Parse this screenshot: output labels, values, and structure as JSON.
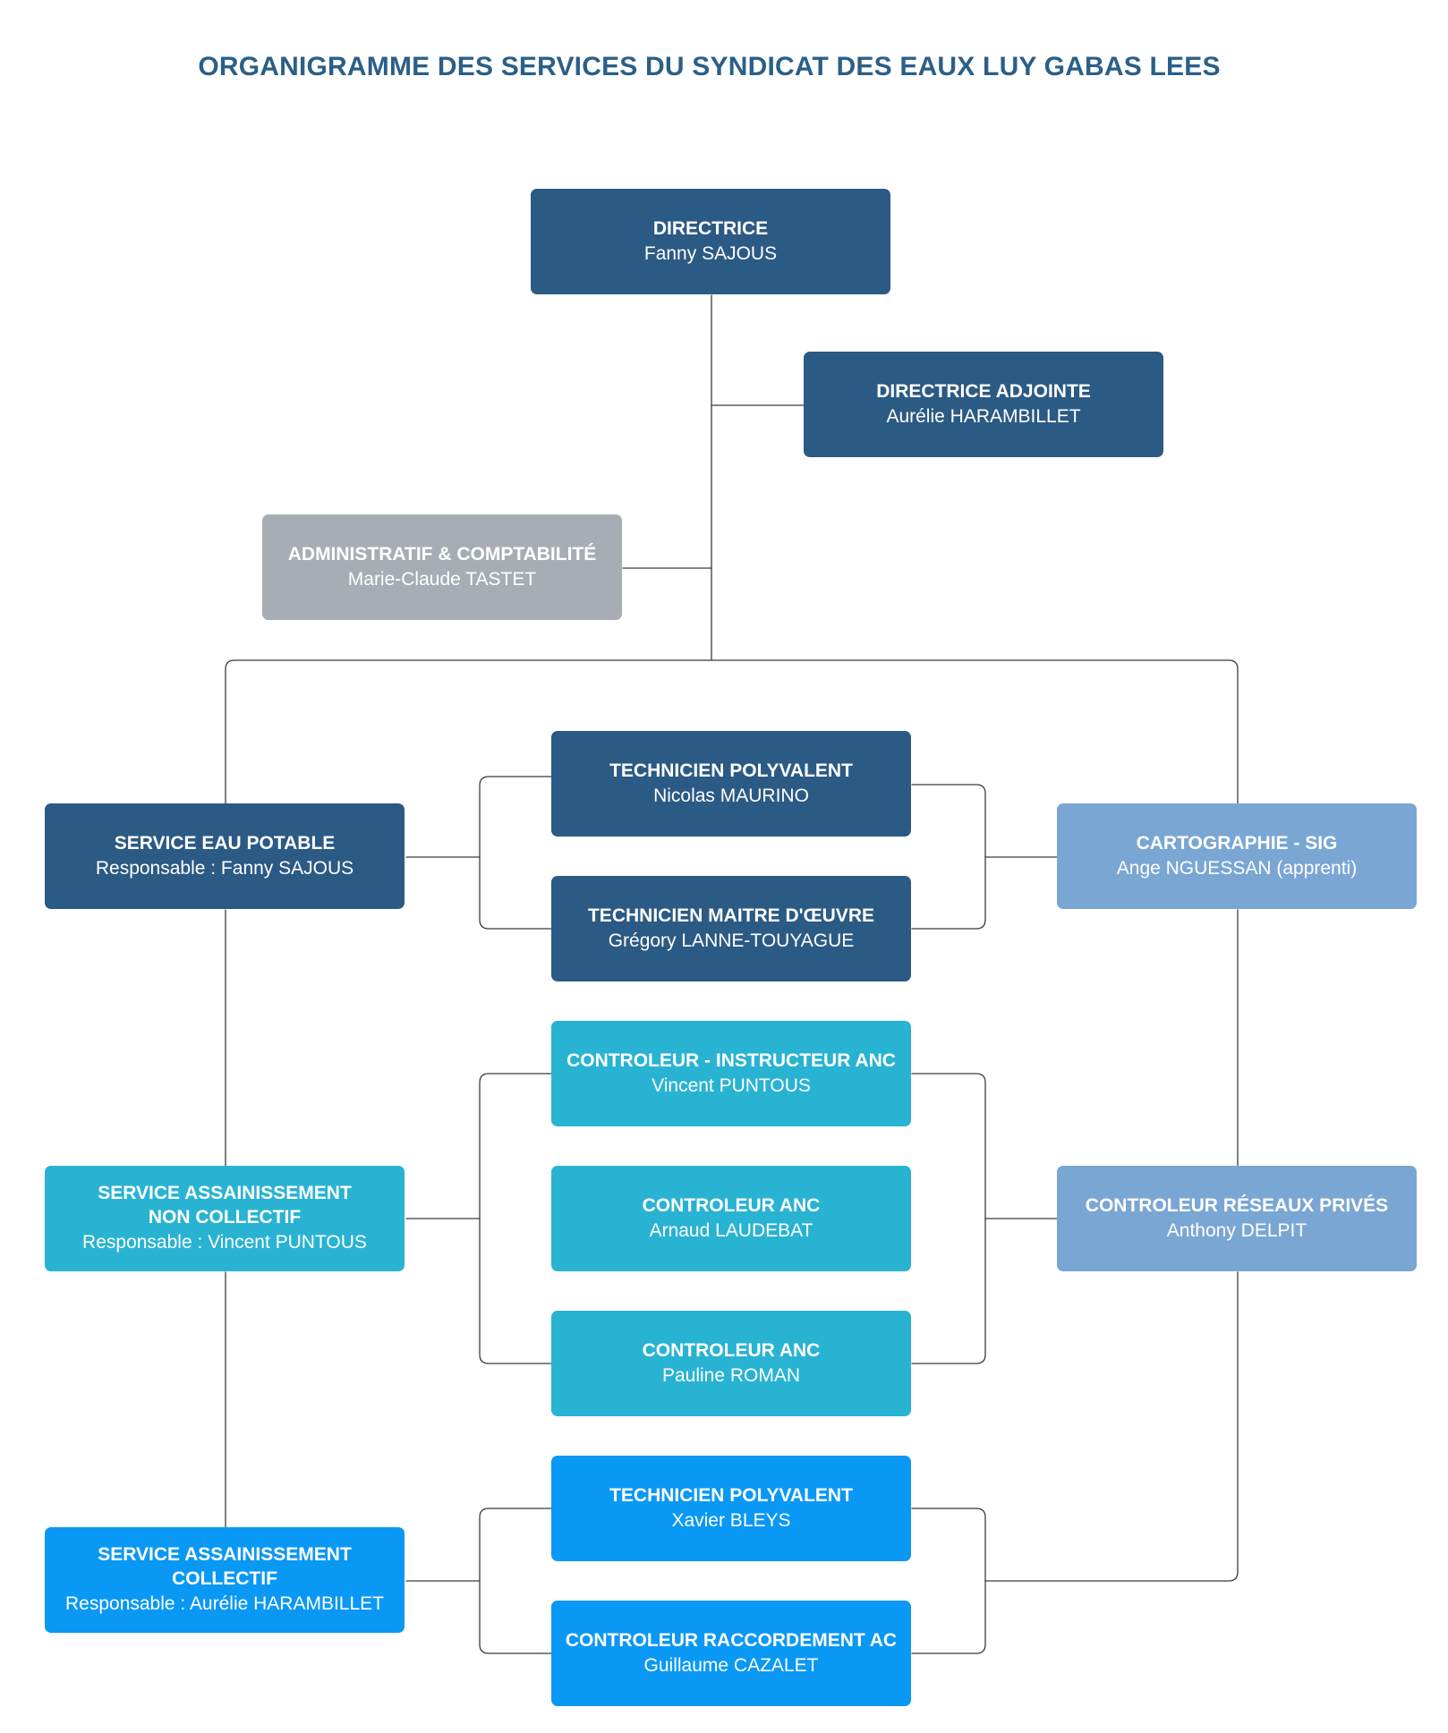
{
  "title": "ORGANIGRAMME DES SERVICES DU SYNDICAT DES EAUX LUY GABAS LEES",
  "colors": {
    "title": "#2a5f88",
    "direction": "#2b5a84",
    "administratif": "#a8adb5",
    "transversal": "#7aa6d4",
    "assainissement_non_collectif": "#29b3d3",
    "assainissement_collectif": "#0a98f5",
    "connector": "#3b3b3b"
  },
  "boxes": {
    "directrice": {
      "role": "DIRECTRICE",
      "person": "Fanny SAJOUS"
    },
    "directrice_adjointe": {
      "role": "DIRECTRICE ADJOINTE",
      "person": "Aurélie HARAMBILLET"
    },
    "administratif": {
      "role": "ADMINISTRATIF & COMPTABILITÉ",
      "person": "Marie-Claude TASTET"
    },
    "service_eau_potable": {
      "role": "SERVICE EAU POTABLE",
      "person": "Responsable : Fanny SAJOUS"
    },
    "technicien_polyvalent_1": {
      "role": "TECHNICIEN POLYVALENT",
      "person": "Nicolas MAURINO"
    },
    "technicien_maitre_oeuvre": {
      "role": "TECHNICIEN MAITRE D'ŒUVRE",
      "person": "Grégory LANNE-TOUYAGUE"
    },
    "cartographie": {
      "role": "CARTOGRAPHIE - SIG",
      "person": "Ange NGUESSAN (apprenti)"
    },
    "controleur_instructeur": {
      "role": "CONTROLEUR - INSTRUCTEUR ANC",
      "person": "Vincent PUNTOUS"
    },
    "service_anc": {
      "role": "SERVICE ASSAINISSEMENT\nNON COLLECTIF",
      "person": "Responsable : Vincent PUNTOUS"
    },
    "controleur_anc_1": {
      "role": "CONTROLEUR ANC",
      "person": "Arnaud LAUDEBAT"
    },
    "controleur_reseaux_prives": {
      "role": "CONTROLEUR RÉSEAUX PRIVÉS",
      "person": "Anthony DELPIT"
    },
    "controleur_anc_2": {
      "role": "CONTROLEUR ANC",
      "person": "Pauline ROMAN"
    },
    "technicien_polyvalent_2": {
      "role": "TECHNICIEN POLYVALENT",
      "person": "Xavier BLEYS"
    },
    "service_ac": {
      "role": "SERVICE ASSAINISSEMENT\nCOLLECTIF",
      "person": "Responsable : Aurélie HARAMBILLET"
    },
    "controleur_raccordement": {
      "role": "CONTROLEUR RACCORDEMENT AC",
      "person": "Guillaume CAZALET"
    }
  }
}
